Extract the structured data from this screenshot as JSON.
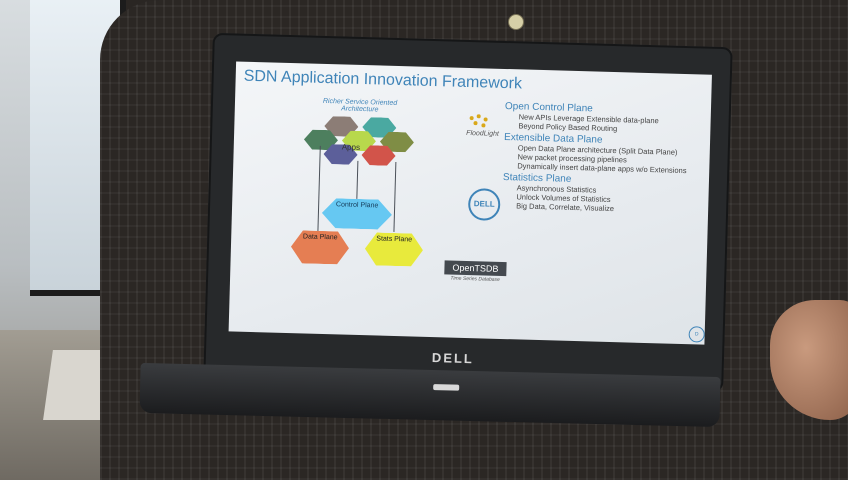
{
  "slide": {
    "title": "SDN Application Innovation Framework",
    "subtitle": "Richer Service Oriented Architecture",
    "diagram": {
      "apps": "Apps",
      "control_plane": "Control Plane",
      "data_plane": "Data Plane",
      "stats_plane": "Stats Plane"
    },
    "sections": [
      {
        "heading": "Open Control Plane",
        "items": [
          "New APIs Leverage Extensible data-plane",
          "Beyond Policy Based Routing"
        ]
      },
      {
        "heading": "Extensible Data Plane",
        "items": [
          "Open Data Plane architecture (Split Data Plane)",
          "New packet processing pipelines",
          "Dynamically insert data-plane apps w/o Extensions"
        ]
      },
      {
        "heading": "Statistics Plane",
        "items": [
          "Asynchronous Statistics",
          "Unlock Volumes of Statistics",
          "Big Data, Correlate, Visualize"
        ]
      }
    ],
    "logos": {
      "floodlight": "FloodLight",
      "dell": "DELL",
      "opentsdb": "OpenTSDB",
      "opentsdb_sub": "Time Series Database"
    }
  },
  "laptop": {
    "brand": "DELL"
  },
  "colors": {
    "accent": "#3f84b8",
    "control": "#66c8f2",
    "data": "#e57e53",
    "stats": "#e8ea3c"
  }
}
